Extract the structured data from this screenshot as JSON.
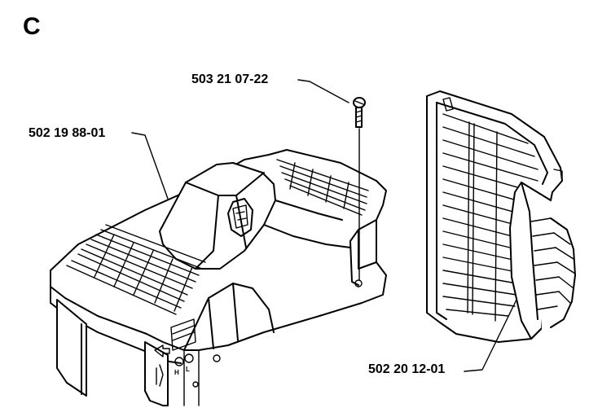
{
  "section_letter": "C",
  "parts": {
    "screw": "503 21 07-22",
    "cover": "502 19 88-01",
    "grille": "502 20 12-01"
  },
  "cover_marks": {
    "h": "H",
    "l": "L"
  },
  "colors": {
    "ink": "#000000",
    "paper": "#ffffff"
  }
}
